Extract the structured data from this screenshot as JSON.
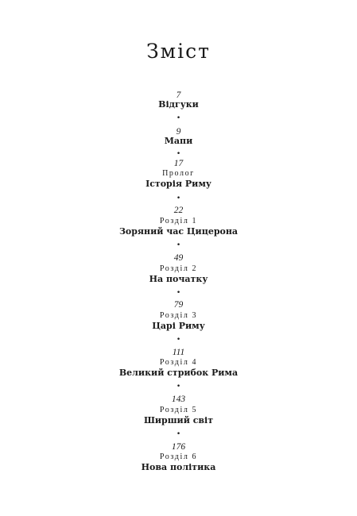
{
  "heading": "Зміст",
  "separator": "•",
  "entries": [
    {
      "page": "7",
      "label": "",
      "title": "Відгуки"
    },
    {
      "page": "9",
      "label": "",
      "title": "Мапи"
    },
    {
      "page": "17",
      "label": "Пролог",
      "title": "Історія Риму"
    },
    {
      "page": "22",
      "label": "Розділ 1",
      "title": "Зоряний час Цицерона"
    },
    {
      "page": "49",
      "label": "Розділ 2",
      "title": "На початку"
    },
    {
      "page": "79",
      "label": "Розділ 3",
      "title": "Царі Риму"
    },
    {
      "page": "111",
      "label": "Розділ 4",
      "title": "Великий стрибок Рима"
    },
    {
      "page": "143",
      "label": "Розділ 5",
      "title": "Ширший світ"
    },
    {
      "page": "176",
      "label": "Розділ 6",
      "title": "Нова політика"
    }
  ]
}
